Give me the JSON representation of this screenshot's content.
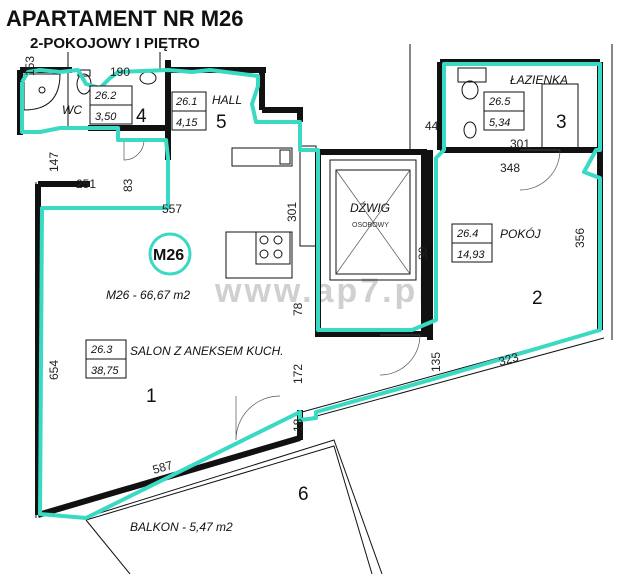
{
  "title": "APARTAMENT NR M26",
  "subtitle": "2-POKOJOWY I PIĘTRO",
  "watermark": "www.ap7.pl",
  "apartment_badge": "M26",
  "total_area": "M26 - 66,67  m2",
  "colors": {
    "outline": "#3ad9c3",
    "walls": "#111111",
    "watermark": "#d0d0d0"
  },
  "rooms": [
    {
      "id": "26.1",
      "name": "HALL",
      "area": "4,15",
      "number": "5"
    },
    {
      "id": "26.2",
      "name": "WC",
      "area": "3,50",
      "number": "4"
    },
    {
      "id": "26.3",
      "name": "SALON Z ANEKSEM KUCH.",
      "area": "38,75",
      "number": "1"
    },
    {
      "id": "26.4",
      "name": "POKÓJ",
      "area": "14,93",
      "number": "2"
    },
    {
      "id": "26.5",
      "name": "ŁAZIENKA",
      "area": "5,34",
      "number": "3"
    }
  ],
  "balcony": {
    "label": "BALKON - 5,47 m2",
    "number": "6"
  },
  "elevator": {
    "label": "DŹWIG",
    "sublabel": "OSOBOWY"
  },
  "dimensions": [
    "190",
    "147",
    "251",
    "83",
    "557",
    "301",
    "348",
    "301",
    "356",
    "30",
    "78",
    "654",
    "172",
    "323",
    "587",
    "135",
    "18",
    "153",
    "44"
  ]
}
